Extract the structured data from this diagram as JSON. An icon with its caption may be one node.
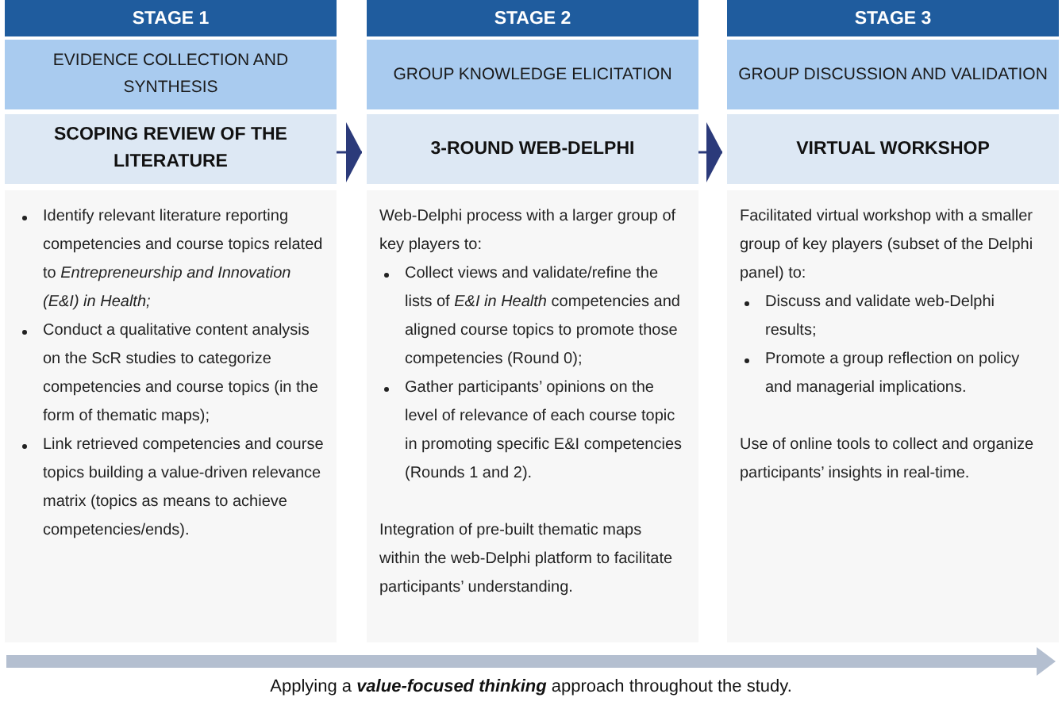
{
  "diagram": {
    "caption": "Applying a **value-focused thinking** approach throughout the study.",
    "nodes": [
      {
        "text": [
          "STAGE 1"
        ]
      },
      {
        "text": [
          "EVIDENCE COLLECTION AND SYNTHESIS"
        ]
      },
      {
        "text": [
          "SCOPING REVIEW OF THE LITERATURE"
        ]
      },
      {
        "text": [
          "Identify relevant literature reporting competencies and course topics related to *Entrepreneurship and Innovation (E&I) in Health;*",
          "Conduct a qualitative content analysis on the ScR studies to categorize competencies and course topics (in the form of thematic maps);",
          "Link retrieved competencies and course topics building a value-driven relevance matrix (topics as means to achieve competencies/ends)."
        ]
      },
      {
        "text": [
          "STAGE 2"
        ]
      },
      {
        "text": [
          "GROUP KNOWLEDGE ELICITATION"
        ]
      },
      {
        "text": [
          "3-ROUND WEB-DELPHI"
        ]
      },
      {
        "text": [
          "Web-Delphi process with a larger group of key players to:",
          "Collect views and validate/refine the lists of *E&I in Health* competencies and aligned course topics to promote those competencies (Round 0);",
          "Gather participants’ opinions on the level of relevance of each course topic in promoting specific E&I competencies (Rounds 1 and 2).",
          "Integration of pre-built thematic maps within the web-Delphi platform to facilitate participants’ understanding."
        ]
      },
      {
        "text": [
          "STAGE 3"
        ]
      },
      {
        "text": [
          "GROUP DISCUSSION AND VALIDATION"
        ]
      },
      {
        "text": [
          "VIRTUAL WORKSHOP"
        ]
      },
      {
        "text": [
          "Facilitated virtual workshop with a smaller group of key players (subset of the Delphi panel) to:",
          "Discuss and validate web-Delphi results;",
          "Promote a group reflection on policy and managerial implications.",
          "Use of online tools to collect and organize participants’ insights in real-time."
        ]
      }
    ],
    "edges": [
      {
        "from": 2,
        "to": 6,
        "arrow": "to"
      },
      {
        "from": 6,
        "to": 10,
        "arrow": "to"
      }
    ]
  }
}
